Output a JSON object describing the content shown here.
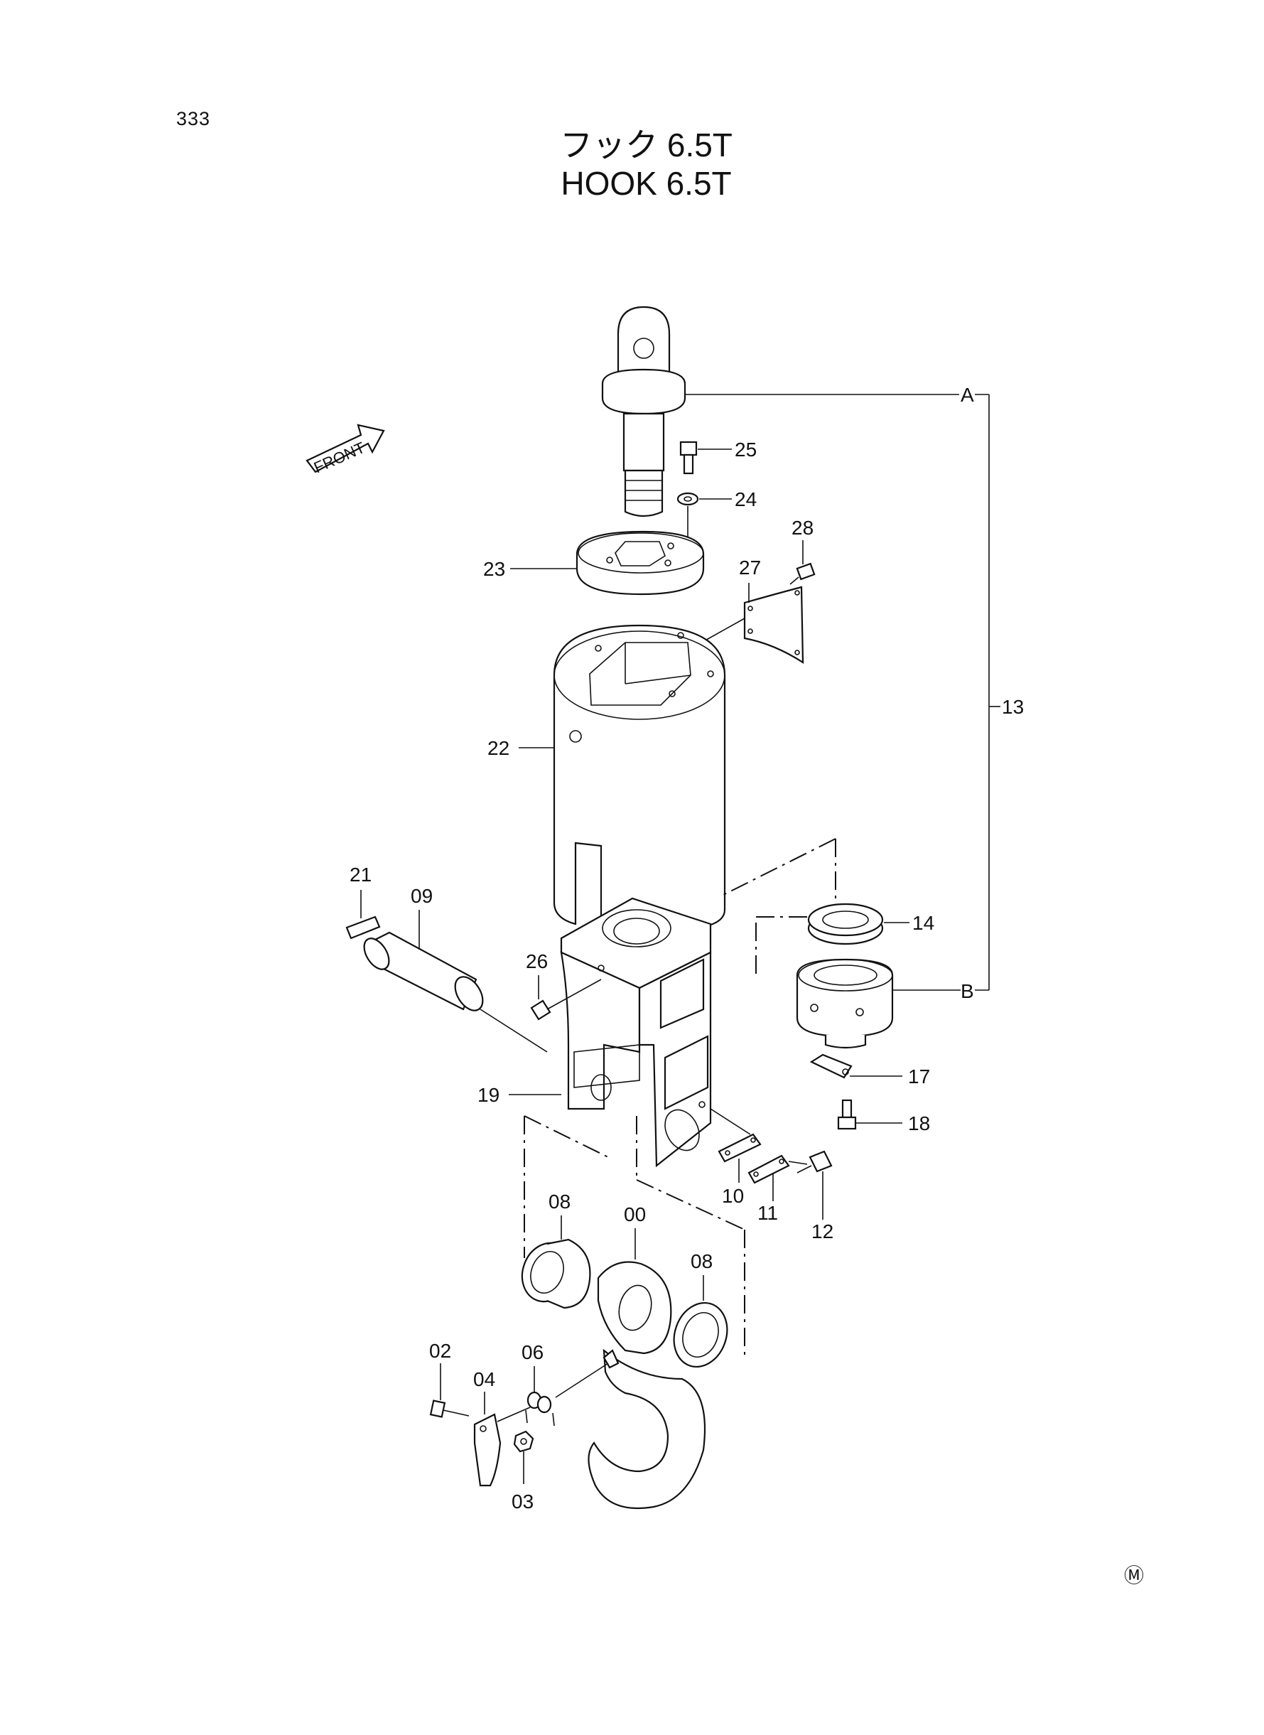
{
  "page_number": "333",
  "title_jp": "フック 6.5T",
  "title_en": "HOOK 6.5T",
  "front_label": "FRONT",
  "mark": "Ⓜ",
  "assembly_refs": {
    "a": "A",
    "b": "B",
    "group": "13"
  },
  "callouts": {
    "c00": "00",
    "c02": "02",
    "c03": "03",
    "c04": "04",
    "c06": "06",
    "c08a": "08",
    "c08b": "08",
    "c09": "09",
    "c10": "10",
    "c11": "11",
    "c12": "12",
    "c14": "14",
    "c17": "17",
    "c18": "18",
    "c19": "19",
    "c21": "21",
    "c22": "22",
    "c23": "23",
    "c24": "24",
    "c25": "25",
    "c26": "26",
    "c27": "27",
    "c28": "28"
  }
}
